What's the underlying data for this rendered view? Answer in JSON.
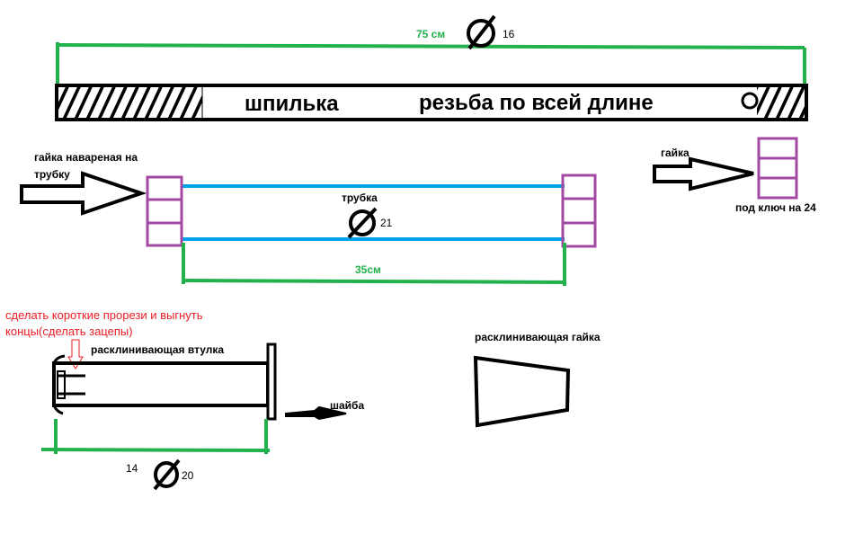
{
  "colors": {
    "green": "#22b14c",
    "blue": "#00a2e8",
    "purple": "#a349a4",
    "red": "#ed1c24",
    "black": "#000000"
  },
  "stud": {
    "length": "75 см",
    "diameter": "16",
    "name": "шпилька",
    "thread": "резьба по всей длине"
  },
  "tube": {
    "nut_welded": [
      "гайка навареная на",
      "трубку"
    ],
    "name": "трубка",
    "diameter": "21",
    "length": "35см"
  },
  "nut": {
    "name": "гайка",
    "wrench": "под ключ на 24"
  },
  "bushing": {
    "note": [
      "сделать короткие прорези и выгнуть",
      "концы(сделать зацепы)"
    ],
    "name": "расклинивающая втулка",
    "washer": "шайба",
    "length": "14",
    "diameter": "20"
  },
  "wedge_nut": {
    "name": "расклинивающая гайка"
  }
}
